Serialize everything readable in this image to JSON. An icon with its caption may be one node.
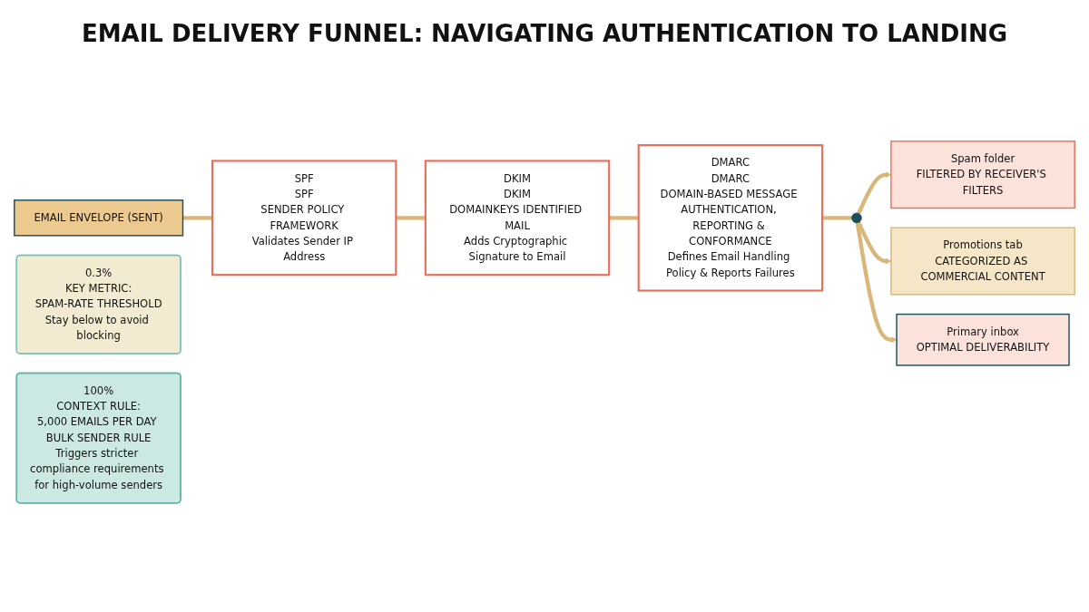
{
  "diagram": {
    "title": "EMAIL DELIVERY FUNNEL: NAVIGATING AUTHENTICATION TO LANDING",
    "nodes": [
      {
        "text": [
          "EMAIL ENVELOPE (SENT)"
        ]
      },
      {
        "text": [
          "SPF",
          "SPF",
          "SENDER POLICY FRAMEWORK",
          "Validates Sender IP Address"
        ]
      },
      {
        "text": [
          "DKIM",
          "DKIM",
          "DOMAINKEYS IDENTIFIED MAIL",
          "Adds Cryptographic Signature to Email"
        ]
      },
      {
        "text": [
          "DMARC",
          "DMARC",
          "DOMAIN-BASED MESSAGE AUTHENTICATION, REPORTING & CONFORMANCE",
          "Defines Email Handling Policy & Reports Failures"
        ]
      },
      {
        "text": [],
        "shape": "circle"
      },
      {
        "text": [
          "Spam folder",
          "FILTERED BY RECEIVER'S FILTERS"
        ]
      },
      {
        "text": [
          "Promotions tab",
          "CATEGORIZED AS COMMERCIAL CONTENT"
        ]
      },
      {
        "text": [
          "Primary inbox",
          "OPTIMAL DELIVERABILITY"
        ]
      },
      {
        "text": [
          "0.3%",
          "KEY METRIC:",
          "SPAM-RATE THRESHOLD",
          "Stay below to avoid blocking"
        ]
      },
      {
        "text": [
          "100%",
          "CONTEXT RULE:",
          "5,000 EMAILS PER DAY BULK SENDER RULE",
          "Triggers stricter compliance requirements for high-volume senders"
        ]
      }
    ],
    "edges": [
      {
        "from": 0,
        "to": 1,
        "arrow": "none"
      },
      {
        "from": 1,
        "to": 2,
        "arrow": "none"
      },
      {
        "from": 2,
        "to": 3,
        "arrow": "none"
      },
      {
        "from": 3,
        "to": 4,
        "arrow": "none"
      },
      {
        "from": 4,
        "to": 5,
        "arrow": "to"
      },
      {
        "from": 4,
        "to": 6,
        "arrow": "to"
      },
      {
        "from": 4,
        "to": 7,
        "arrow": "to"
      }
    ]
  }
}
